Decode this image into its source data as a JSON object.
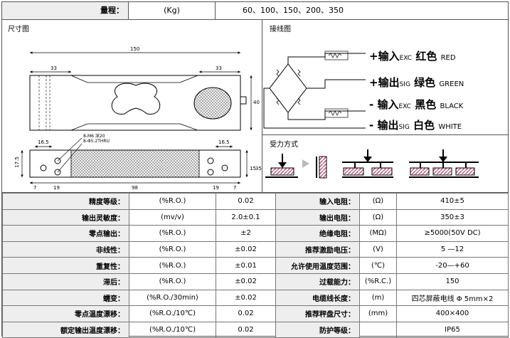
{
  "range": {
    "label": "量程：",
    "unit": "(Kg)",
    "values": "60、100、150、200、350"
  },
  "dimension_drawing": {
    "title": "尺寸图",
    "top_dims": [
      "33",
      "150",
      "33"
    ],
    "side_dim": "40",
    "hole_note_1": "8-M6 深20",
    "hole_note_2": "8-Φ5.2THRU",
    "small_dims": [
      "16.5",
      "16.5"
    ],
    "bottom_dims": [
      "7",
      "19",
      "98",
      "19",
      "7"
    ],
    "left_dim": "17.5",
    "right_dims": [
      "15",
      "35"
    ]
  },
  "wiring": {
    "title": "接线图",
    "lines": [
      {
        "sign": "+",
        "name": "输入",
        "sub": "EXC",
        "color": "红色",
        "en": "RED"
      },
      {
        "sign": "+",
        "name": "输出",
        "sub": "SIG",
        "color": "绿色",
        "en": "GREEN"
      },
      {
        "sign": "-",
        "name": "输入",
        "sub": "EXC",
        "color": "黑色",
        "en": "BLACK"
      },
      {
        "sign": "-",
        "name": "输出",
        "sub": "SIG",
        "color": "白色",
        "en": "WHITE"
      }
    ]
  },
  "loading": {
    "title": "受力方式"
  },
  "specs": [
    {
      "l1": "精度等级：",
      "u1": "(%R.O.)",
      "v1": "0.02",
      "l2": "输入电阻：",
      "u2": "(Ω)",
      "v2": "410±5"
    },
    {
      "l1": "输出灵敏度：",
      "u1": "(mv/v)",
      "v1": "2.0±0.1",
      "l2": "输出电阻：",
      "u2": "(Ω)",
      "v2": "350±3"
    },
    {
      "l1": "零点输出：",
      "u1": "(%R.O.)",
      "v1": "±2",
      "l2": "绝缘电阻：",
      "u2": "(MΩ)",
      "v2": "≥5000(50V DC)"
    },
    {
      "l1": "非线性：",
      "u1": "(%R.O.)",
      "v1": "±0.02",
      "l2": "推荐激励电压：",
      "u2": "(V)",
      "v2": "5 —12"
    },
    {
      "l1": "重复性：",
      "u1": "(%R.O.)",
      "v1": "±0.01",
      "l2": "允许使用温度范围：",
      "u2": "(℃)",
      "v2": "-20—+60"
    },
    {
      "l1": "滞后：",
      "u1": "(%R.O.)",
      "v1": "±0.02",
      "l2": "过载能力：",
      "u2": "(%R.C.)",
      "v2": "150"
    },
    {
      "l1": "蠕变：",
      "u1": "(%R.O./30min)",
      "v1": "±0.02",
      "l2": "电缆线长度：",
      "u2": "(m)",
      "v2": "四芯屏蔽电线 Φ 5mm×2"
    },
    {
      "l1": "零点温度漂移：",
      "u1": "(%R.O./10℃)",
      "v1": "0.02",
      "l2": "推荐秤盘尺寸：",
      "u2": "(mm)",
      "v2": "400×400"
    },
    {
      "l1": "额定输出温度漂移：",
      "u1": "(%R.O./10℃)",
      "v1": "0.02",
      "l2": "防护等级：",
      "u2": "",
      "v2": "IP65"
    }
  ],
  "colors": {
    "label_bg": "#eeeeee",
    "hatch": "#c0507a",
    "border": "#555555"
  }
}
